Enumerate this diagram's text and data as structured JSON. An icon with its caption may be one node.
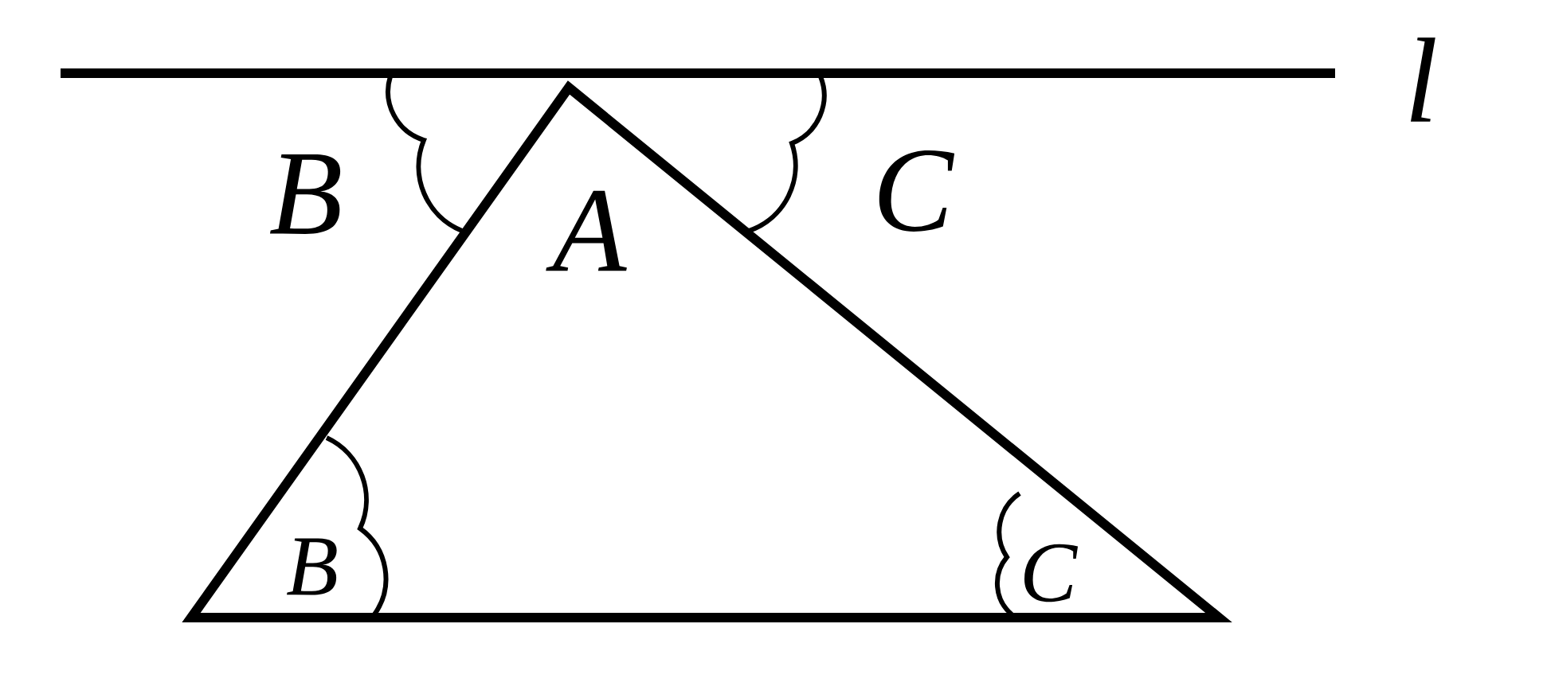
{
  "diagram": {
    "labels": [
      "l",
      "B",
      "A",
      "C",
      "B",
      "C"
    ]
  }
}
